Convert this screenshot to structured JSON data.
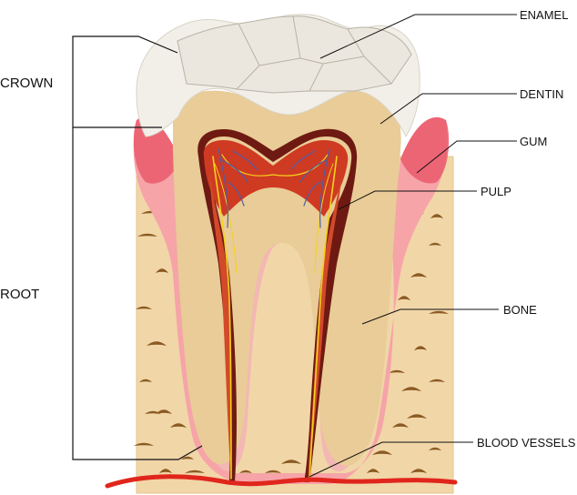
{
  "diagram": {
    "side_labels": {
      "crown": "CROWN",
      "root": "ROOT"
    },
    "labels": {
      "enamel": "ENAMEL",
      "dentin": "DENTIN",
      "gum": "GUM",
      "pulp": "PULP",
      "bone": "BONE",
      "blood_vessels": "BLOOD VESSELS"
    },
    "colors": {
      "bone": "#f1d6a8",
      "gum": "#f6a4a8",
      "gum_dark": "#ea5a6c",
      "enamel": "#f2efe8",
      "dentin": "#e9cc97",
      "pulp": "#cf3a23",
      "canal": "#6e1a12",
      "vessel_red": "#e0261c",
      "nerve": "#f4d21a",
      "vein": "#4c5ea8"
    }
  }
}
